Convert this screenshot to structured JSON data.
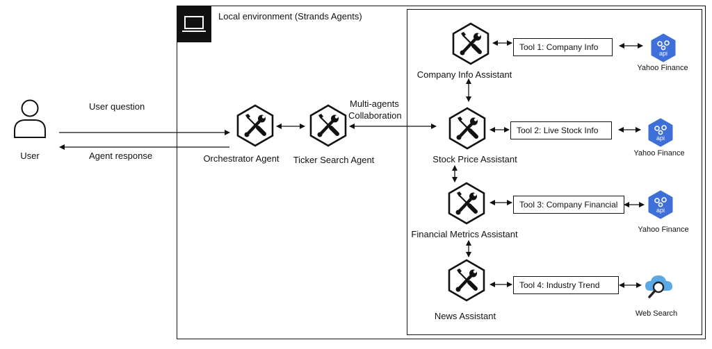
{
  "environment": {
    "title": "Local environment (Strands Agents)"
  },
  "user": {
    "label": "User"
  },
  "flows": {
    "question": "User question",
    "response": "Agent response",
    "collab_line1": "Multi-agents",
    "collab_line2": "Collaboration"
  },
  "agents": {
    "orchestrator": "Orchestrator Agent",
    "ticker": "Ticker Search Agent",
    "company_info": "Company Info Assistant",
    "stock_price": "Stock Price Assistant",
    "financial_metrics": "Financial Metrics Assistant",
    "news": "News Assistant"
  },
  "tools": {
    "t1": "Tool 1: Company Info",
    "t2": "Tool 2: Live Stock Info",
    "t3": "Tool 3: Company Financial",
    "t4": "Tool 4: Industry Trend"
  },
  "services": {
    "yahoo1": "Yahoo Finance",
    "yahoo2": "Yahoo Finance",
    "yahoo3": "Yahoo Finance",
    "web": "Web Search",
    "api_text": "api"
  },
  "colors": {
    "api_blue": "#3f6fd8",
    "cloud_blue": "#5aa9e6",
    "line": "#111111"
  }
}
